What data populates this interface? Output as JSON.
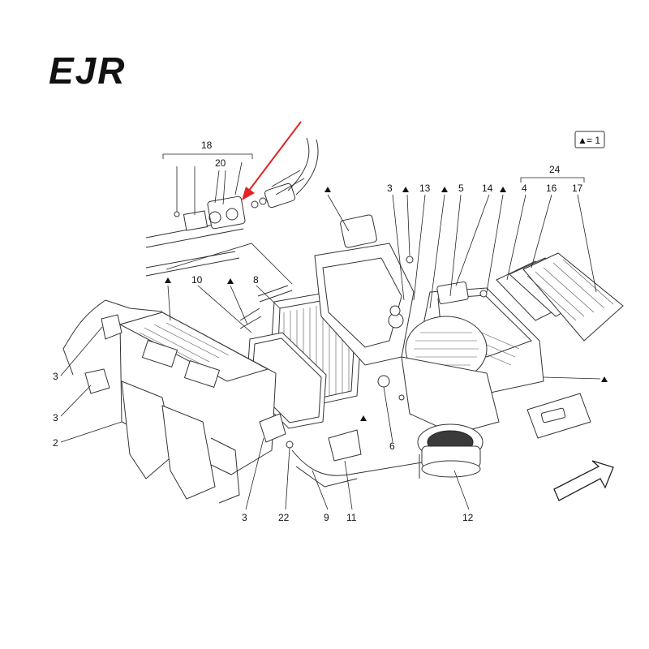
{
  "logo": {
    "text": "EJR"
  },
  "legend": {
    "symbol": "▲",
    "text": "= 1"
  },
  "callouts": {
    "c2": "2",
    "c3_left_upper": "3",
    "c3_left_lower": "3",
    "c3_top": "3",
    "c3_bottom": "3",
    "c4": "4",
    "c5": "5",
    "c6": "6",
    "c8": "8",
    "c9": "9",
    "c10": "10",
    "c11": "11",
    "c12": "12",
    "c13": "13",
    "c14": "14",
    "c16": "16",
    "c17": "17",
    "c18": "18",
    "c20": "20",
    "c22": "22",
    "c24": "24"
  },
  "colors": {
    "arrow": "#e32424",
    "line": "#333333"
  },
  "icons": {
    "marker": "triangle-marker",
    "direction": "outline-arrow"
  }
}
